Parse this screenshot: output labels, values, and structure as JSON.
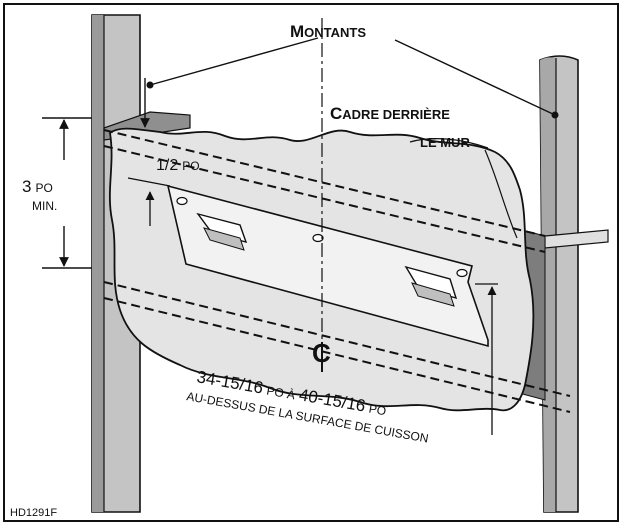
{
  "diagram": {
    "labels": {
      "montants_big": "M",
      "montants_rest": "ONTANTS",
      "cadre_big": "C",
      "cadre_rest": "ADRE DERRIÈRE",
      "le_mur": "LE MUR",
      "clearance_value": "3",
      "clearance_unit": "PO",
      "clearance_min": "MIN.",
      "offset_value": "1/2",
      "offset_unit": "PO",
      "height_from": "34-15/16",
      "height_unit_1": "PO À",
      "height_to": "40-15/16",
      "height_unit_2": "PO",
      "height_caption": "AU-DESSUS DE LA SURFACE DE CUISSON",
      "centerline_symbol": "C",
      "figure_code": "HD1291F"
    },
    "colors": {
      "stud_fill": "#bfbfbf",
      "stud_shadow": "#8a8a8a",
      "panel_fill": "#d9d9d9",
      "plate_fill": "#e6e6e6",
      "stroke": "#111111",
      "background": "#ffffff"
    }
  }
}
